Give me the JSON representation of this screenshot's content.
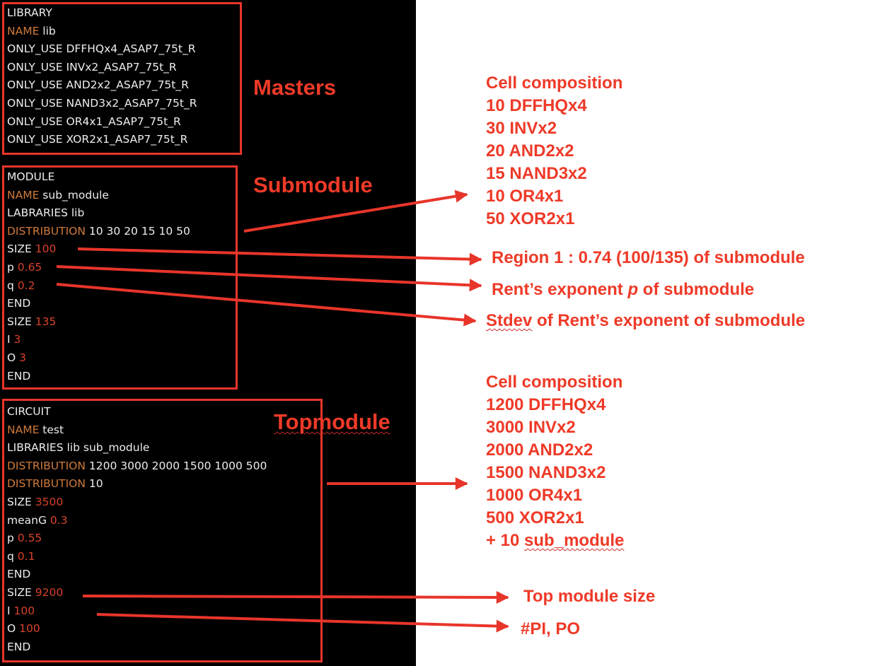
{
  "library_block": {
    "lines": [
      [
        {
          "t": "LIBRARY",
          "c": "w"
        }
      ],
      [
        {
          "t": "NAME",
          "c": "k"
        },
        {
          "t": " lib",
          "c": "w"
        }
      ],
      [
        {
          "t": "ONLY_USE DFFHQx4_ASAP7_75t_R",
          "c": "w"
        }
      ],
      [
        {
          "t": "ONLY_USE INVx2_ASAP7_75t_R",
          "c": "w"
        }
      ],
      [
        {
          "t": "ONLY_USE AND2x2_ASAP7_75t_R",
          "c": "w"
        }
      ],
      [
        {
          "t": "ONLY_USE NAND3x2_ASAP7_75t_R",
          "c": "w"
        }
      ],
      [
        {
          "t": "ONLY_USE OR4x1_ASAP7_75t_R",
          "c": "w"
        }
      ],
      [
        {
          "t": "ONLY_USE XOR2x1_ASAP7_75t_R",
          "c": "w"
        }
      ]
    ]
  },
  "module_block": {
    "lines": [
      [
        {
          "t": "MODULE",
          "c": "w"
        }
      ],
      [
        {
          "t": "NAME",
          "c": "k"
        },
        {
          "t": " sub_module",
          "c": "w"
        }
      ],
      [
        {
          "t": "LABRARIES lib",
          "c": "w"
        }
      ],
      [
        {
          "t": "DISTRIBUTION",
          "c": "k"
        },
        {
          "t": " 10 30 20 15 10 50",
          "c": "w"
        }
      ],
      [
        {
          "t": "SIZE ",
          "c": "w"
        },
        {
          "t": "100",
          "c": "n"
        }
      ],
      [
        {
          "t": "p ",
          "c": "w"
        },
        {
          "t": "0.65",
          "c": "n"
        }
      ],
      [
        {
          "t": "q ",
          "c": "w"
        },
        {
          "t": "0.2",
          "c": "n"
        }
      ],
      [
        {
          "t": "END",
          "c": "w"
        }
      ],
      [
        {
          "t": "SIZE ",
          "c": "w"
        },
        {
          "t": "135",
          "c": "n"
        }
      ],
      [
        {
          "t": "I ",
          "c": "w"
        },
        {
          "t": "3",
          "c": "n"
        }
      ],
      [
        {
          "t": "O ",
          "c": "w"
        },
        {
          "t": "3",
          "c": "n"
        }
      ],
      [
        {
          "t": "END",
          "c": "w"
        }
      ]
    ]
  },
  "circuit_block": {
    "lines": [
      [
        {
          "t": "CIRCUIT",
          "c": "w"
        }
      ],
      [
        {
          "t": "NAME",
          "c": "k"
        },
        {
          "t": " test",
          "c": "w"
        }
      ],
      [
        {
          "t": "LIBRARIES lib sub_module",
          "c": "w"
        }
      ],
      [
        {
          "t": "DISTRIBUTION",
          "c": "k"
        },
        {
          "t": " 1200 3000 2000 1500 1000 500",
          "c": "w"
        }
      ],
      [
        {
          "t": "DISTRIBUTION",
          "c": "k"
        },
        {
          "t": " 10",
          "c": "w"
        }
      ],
      [
        {
          "t": "SIZE ",
          "c": "w"
        },
        {
          "t": "3500",
          "c": "n"
        }
      ],
      [
        {
          "t": "meanG ",
          "c": "w"
        },
        {
          "t": "0.3",
          "c": "n"
        }
      ],
      [
        {
          "t": "p ",
          "c": "w"
        },
        {
          "t": "0.55",
          "c": "n"
        }
      ],
      [
        {
          "t": "q ",
          "c": "w"
        },
        {
          "t": "0.1",
          "c": "n"
        }
      ],
      [
        {
          "t": "END",
          "c": "w"
        }
      ],
      [
        {
          "t": "SIZE ",
          "c": "w"
        },
        {
          "t": "9200",
          "c": "n"
        }
      ],
      [
        {
          "t": "I ",
          "c": "w"
        },
        {
          "t": "100",
          "c": "n"
        }
      ],
      [
        {
          "t": "O ",
          "c": "w"
        },
        {
          "t": "100",
          "c": "n"
        }
      ],
      [
        {
          "t": "END",
          "c": "w"
        }
      ]
    ]
  },
  "labels": {
    "masters": "Masters",
    "submodule": "Submodule",
    "topmodule": "Topmodule"
  },
  "sub_composition": {
    "title": "Cell composition",
    "items": [
      "10 DFFHQx4",
      "30 INVx2",
      "20 AND2x2",
      "15 NAND3x2",
      "10 OR4x1",
      "50 XOR2x1"
    ]
  },
  "annotations": {
    "region1": "Region 1 : 0.74 (100/135) of submodule",
    "rent_p_prefix": "Rent’s exponent ",
    "rent_p_symbol": "p",
    "rent_p_suffix": " of submodule",
    "stdev_word": "Stdev",
    "stdev_rest": " of Rent’s exponent of submodule",
    "top_size": "Top module size",
    "pi_po": "#PI, PO"
  },
  "top_composition": {
    "title": "Cell composition",
    "items": [
      "1200 DFFHQx4",
      "3000 INVx2",
      "2000 AND2x2",
      "1500 NAND3x2",
      "1000 OR4x1",
      "500 XOR2x1"
    ],
    "last_prefix": "+ 10 ",
    "last_word": "sub_module"
  },
  "colors": {
    "background": "#000000",
    "text": "#ededed",
    "keyword": "#cf7a3a",
    "number": "#d8412c",
    "annotation": "#ee3a28"
  }
}
